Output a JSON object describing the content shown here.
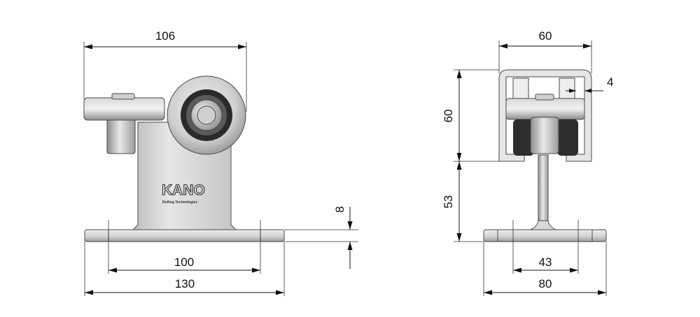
{
  "drawing": {
    "brand": "KANO",
    "brand_tagline": "Rolling Technologies",
    "dimensions": {
      "front_top_width": "106",
      "front_hole_spacing": "100",
      "front_base_width": "130",
      "front_plate_thickness": "8",
      "side_top_width": "60",
      "side_rail_gap": "4",
      "side_head_height": "60",
      "side_stem_height": "53",
      "side_hole_spacing": "43",
      "side_base_width": "80"
    },
    "colors": {
      "metal_light": "#e4e4e4",
      "metal_mid": "#bcbcbc",
      "metal_dark": "#8a8a8a",
      "bearing_black": "#2a2a2a",
      "line": "#111111"
    }
  }
}
